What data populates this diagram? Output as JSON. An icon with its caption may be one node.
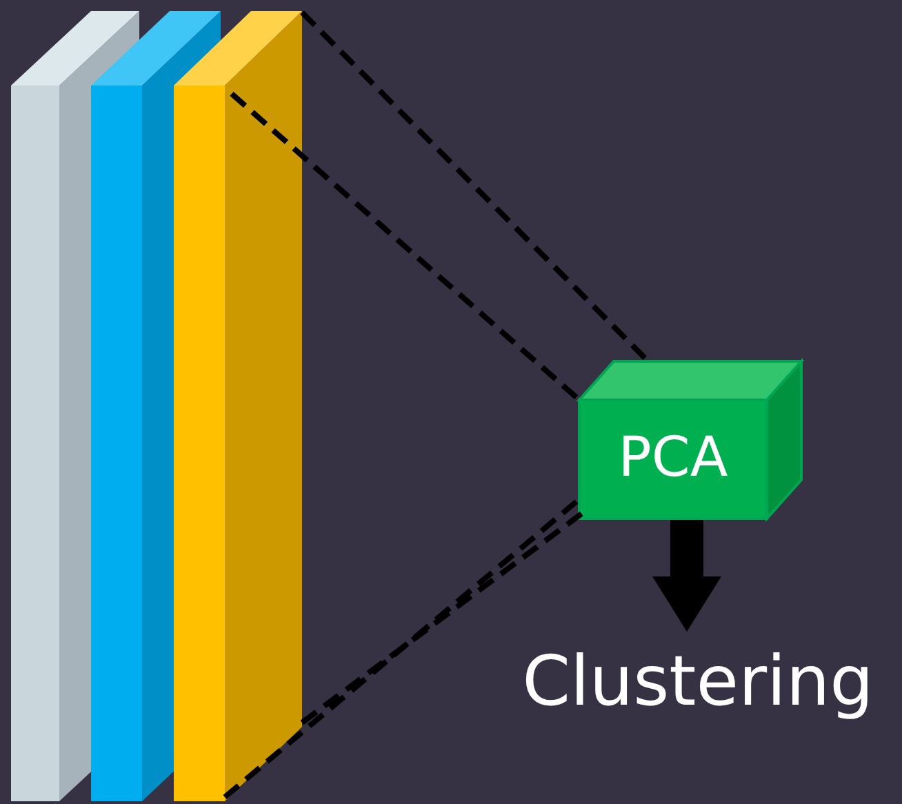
{
  "diagram": {
    "nodes": [
      {
        "text": [],
        "shape": "box"
      },
      {
        "text": [],
        "shape": "box"
      },
      {
        "text": [],
        "shape": "box"
      },
      {
        "text": [
          "PCA"
        ]
      },
      {
        "text": [
          "Clustering"
        ]
      }
    ],
    "edges": [
      {
        "from": 2,
        "to": 3,
        "arrow": "none",
        "style": "dashed"
      },
      {
        "from": 2,
        "to": 3,
        "arrow": "none",
        "style": "dashed"
      },
      {
        "from": 2,
        "to": 3,
        "arrow": "none",
        "style": "dashed"
      },
      {
        "from": 2,
        "to": 3,
        "arrow": "none",
        "style": "dashed"
      },
      {
        "from": 3,
        "to": 4,
        "arrow": "to",
        "style": "thick"
      }
    ]
  }
}
